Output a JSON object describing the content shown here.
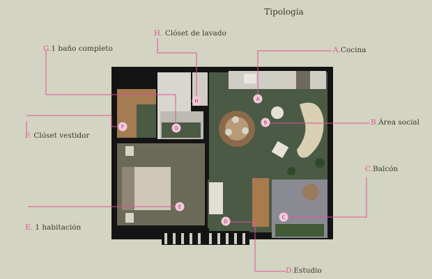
{
  "title": "Tipología",
  "labels": {
    "A": {
      "letter": "A.",
      "text": "Cocina"
    },
    "B": {
      "letter": "B.",
      "text": "Área social"
    },
    "C": {
      "letter": "C.",
      "text": "Balcón"
    },
    "D": {
      "letter": "D.",
      "text": "Estudio"
    },
    "E": {
      "letter": "E.",
      "text": "1 habitación"
    },
    "F": {
      "letter": "F.",
      "text": "Clóset vestidor"
    },
    "G": {
      "letter": "G.",
      "text": "1 baño completo"
    },
    "H": {
      "letter": "H.",
      "text": "Clóset de lavado"
    }
  },
  "markers": {
    "A": "A",
    "B": "B",
    "C": "C",
    "D": "D",
    "E": "E",
    "F": "F",
    "G": "G",
    "H": "H"
  },
  "colors": {
    "accent": "#e0529c",
    "background": "#d3d4c1",
    "wall": "#141414",
    "floor_green": "#4b5a44",
    "wood": "#a97a4e"
  }
}
